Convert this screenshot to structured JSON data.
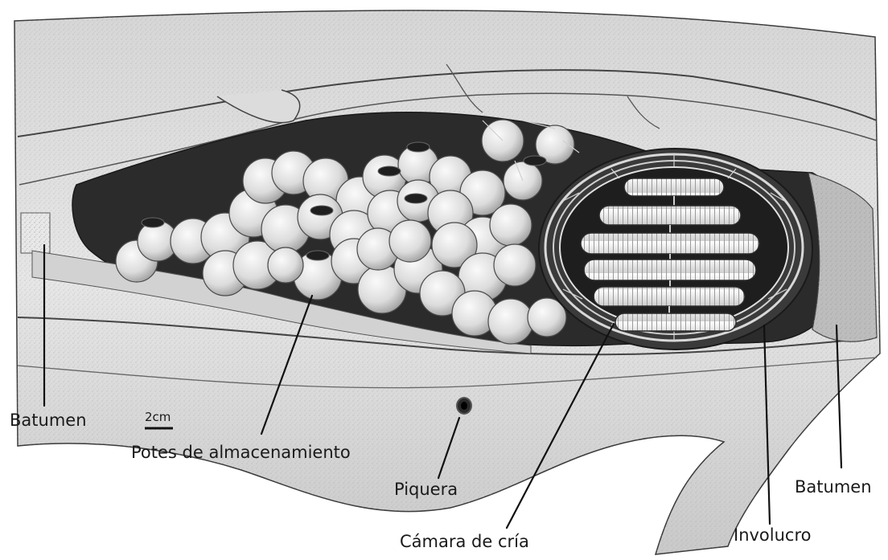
{
  "labels": {
    "batumen_left": "Batumen",
    "scale": "2cm",
    "potes": "Potes de almacenamiento",
    "piquera": "Piquera",
    "camara": "Cámara de cría",
    "involucro": "Involucro",
    "batumen_right": "Batumen"
  },
  "colors": {
    "wood_light": "#e4e4e4",
    "wood_mid": "#cfcfcf",
    "wood_dark": "#a8a8a8",
    "cavity": "#2b2b2b",
    "pot": "#ededed",
    "pot_shade": "#b9b9b9",
    "comb": "#f4f4f4",
    "ink": "#1a1a1a"
  },
  "counts": {
    "brood_comb_discs": 6
  }
}
